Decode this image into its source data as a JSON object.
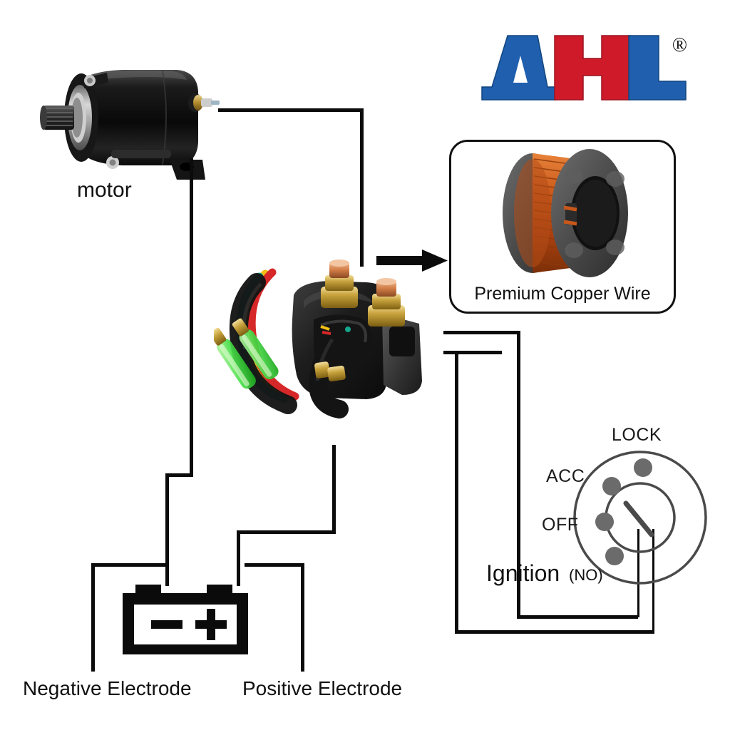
{
  "brand": {
    "name": "AHL",
    "letters": [
      "A",
      "H",
      "L"
    ],
    "letter_colors": [
      "#1f5fae",
      "#cf1b29",
      "#1f5fae"
    ],
    "registered_mark": "®"
  },
  "components": {
    "motor": {
      "label": "motor",
      "icon": "starter-motor-icon"
    },
    "solenoid": {
      "label": "",
      "icon": "starter-solenoid-relay-icon",
      "wire_colors": [
        "#f5c518",
        "#d62828",
        "#16a085"
      ],
      "terminal_color": "#c98b3a"
    },
    "copper_wire": {
      "caption": "Premium Copper Wire",
      "icon": "copper-wire-spool-icon",
      "copper_color": "#c0561a",
      "spool_color": "#4a4a4a"
    },
    "ignition": {
      "title": "Ignition",
      "note": "(NO)",
      "positions": [
        "LOCK",
        "ACC",
        "OFF"
      ],
      "dot_color": "#6b6b6b",
      "ring_color": "#4a4a4a"
    },
    "battery": {
      "negative_symbol": "−",
      "positive_symbol": "+",
      "negative_label": "Negative Electrode",
      "positive_label": "Positive Electrode",
      "body_color": "#0b0b0b"
    }
  },
  "wiring": {
    "line_color": "#0b0b0b",
    "arrow_label": "points-to-copper-wire-callout"
  }
}
